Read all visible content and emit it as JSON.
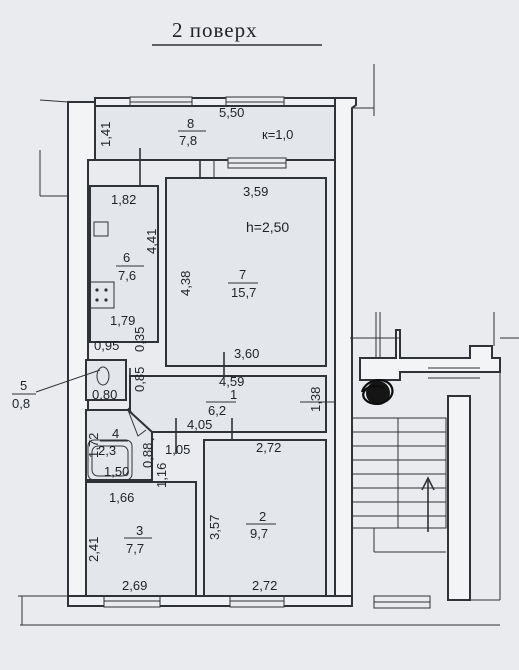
{
  "title": "2 поверх",
  "rooms": [
    {
      "id": "8",
      "num": "8",
      "area": "7,8",
      "dim_width": "5,50",
      "dim_height": "1,41",
      "coef": "к=1,0"
    },
    {
      "id": "7",
      "num": "7",
      "area": "15,7",
      "height_label": "h=2,50",
      "dim_top": "3,59",
      "dim_side": "4,38",
      "dim_bottom": "3,60"
    },
    {
      "id": "6",
      "num": "6",
      "area": "7,6",
      "dim_top": "1,82",
      "dim_side": "4,41",
      "dim_mid": "1,79"
    },
    {
      "id": "5",
      "num": "5",
      "area": "0,8",
      "dim_a": "0,95",
      "dim_b": "0,35",
      "dim_c": "0,80",
      "dim_d": "0,85"
    },
    {
      "id": "4",
      "num": "4",
      "area": "2,3",
      "dim_a": "1,72",
      "dim_b": "0,88",
      "dim_c": "1,50"
    },
    {
      "id": "1",
      "num": "1",
      "area": "6,2",
      "dim_top": "4,59",
      "dim_side": "1,38",
      "dim_mid": "4,05",
      "dim_a": "1,05",
      "dim_b": "1,16",
      "dim_c": "1,66"
    },
    {
      "id": "3",
      "num": "3",
      "area": "7,7",
      "dim_side": "2,41",
      "dim_bottom": "2,69"
    },
    {
      "id": "2",
      "num": "2",
      "area": "9,7",
      "dim_top": "2,72",
      "dim_side": "3,57",
      "dim_bottom": "2,72"
    }
  ]
}
